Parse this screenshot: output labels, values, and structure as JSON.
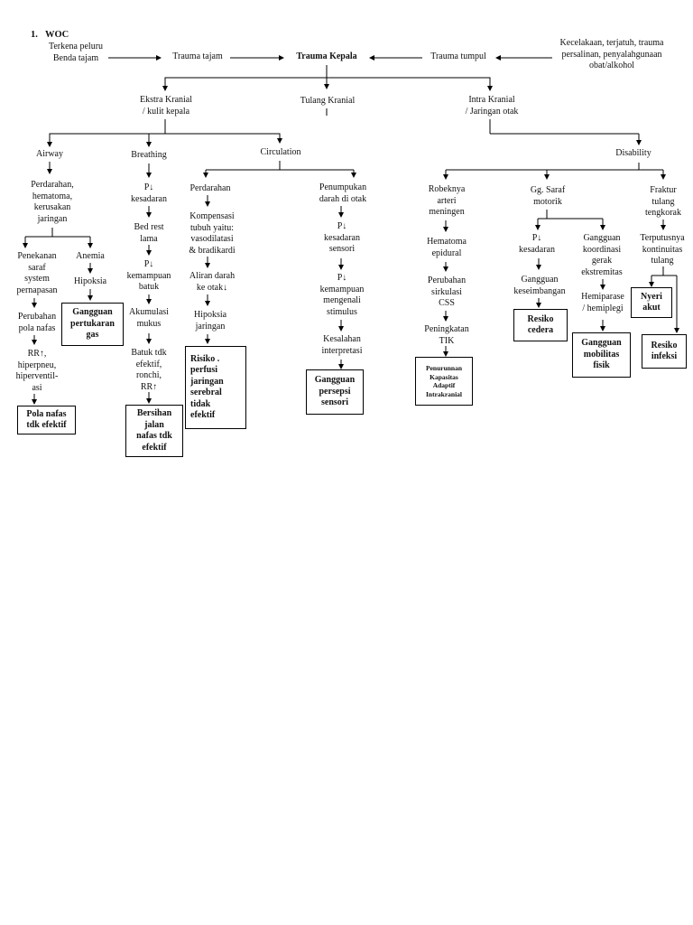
{
  "heading": {
    "number": "1.",
    "title": "WOC"
  },
  "top": {
    "cause_left": "Terkena peluru\nBenda tajam",
    "trauma_tajam": "Trauma tajam",
    "trauma_kepala": "Trauma Kepala",
    "trauma_tumpul": "Trauma tumpul",
    "cause_right": "Kecelakaan, terjatuh, trauma\npersalinan, penyalahgunaan\nobat/alkohol"
  },
  "level2": {
    "ekstra": "Ekstra Kranial\n/ kulit kepala",
    "tulang": "Tulang Kranial",
    "intra": "Intra Kranial\n/ Jaringan otak"
  },
  "categories": {
    "airway": "Airway",
    "breathing": "Breathing",
    "circulation": "Circulation",
    "disability": "Disability"
  },
  "airway": {
    "n1": "Perdarahan,\nhematoma,\nkerusakan\njaringan",
    "n2": "Penekanan\nsaraf\nsystem\npernapasan",
    "n3": "Perubahan\npola nafas",
    "n4": "RR↑,\nhiperpneu,\nhiperventil-\nasi",
    "dx1": "Pola nafas\ntdk efektif",
    "anemia": "Anemia",
    "hipoksia": "Hipoksia",
    "dx2": "Gangguan\npertukaran\ngas"
  },
  "breathing": {
    "n1": "P↓\nkesadaran",
    "n2": "Bed rest\nlama",
    "n3": "P↓\nkemampuan\nbatuk",
    "n4": "Akumulasi\nmukus",
    "n5": "Batuk tdk\nefektif,\nronchi,\nRR↑",
    "dx": "Bersihan\njalan\nnafas tdk\nefektif"
  },
  "circulation": {
    "a1": "Perdarahan",
    "a2": "Kompensasi\ntubuh yaitu:\nvasodilatasi\n& bradikardi",
    "a3": "Aliran darah\nke otak↓",
    "a4": "Hipoksia\njaringan",
    "dx1": "Risiko .\nperfusi\njaringan\nserebral\ntidak\nefektif",
    "b1": "Penumpukan\ndarah di otak",
    "b2": "P↓\nkesadaran\nsensori",
    "b3": "P↓\nkemampuan\nmengenali\nstimulus",
    "b4": "Kesalahan\ninterpretasi",
    "dx2": "Gangguan\npersepsi\nsensori"
  },
  "disability": {
    "a1": "Robeknya\narteri\nmeningen",
    "a2": "Hematoma\nepidural",
    "a3": "Perubahan\nsirkulasi\nCSS",
    "a4": "Peningkatan\nTIK",
    "dx1": "Penurunnan\nKapasitas\nAdaptif\nIntrakranial",
    "b1": "Gg. Saraf\nmotorik",
    "b2": "P↓\nkesadaran",
    "b3": "Gangguan\nkeseimbangan",
    "dx2": "Resiko\ncedera",
    "c1": "Gangguan\nkoordinasi\ngerak\nekstremitas",
    "c2": "Hemiparase\n/ hemiplegi",
    "dx3": "Gangguan\nmobilitas\nfisik",
    "d1": "Fraktur\ntulang\ntengkorak",
    "d2": "Terputusnya\nkontinuitas\ntulang",
    "dx4": "Nyeri\nakut",
    "dx5": "Resiko\ninfeksi"
  }
}
